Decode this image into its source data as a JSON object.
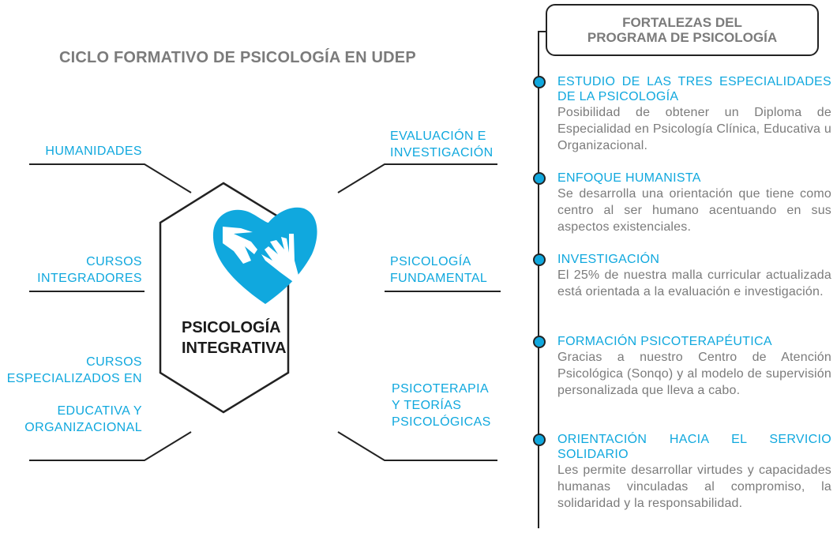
{
  "title": "CICLO FORMATIVO DE PSICOLOGÍA EN UDEP",
  "center": {
    "line1": "PSICOLOGÍA",
    "line2": "INTEGRATIVA"
  },
  "left_labels": [
    {
      "lines": [
        "HUMANIDADES"
      ]
    },
    {
      "lines": [
        "CURSOS",
        "INTEGRADORES"
      ]
    },
    {
      "lines": [
        "CURSOS",
        "ESPECIALIZADOS EN"
      ]
    },
    {
      "lines": [
        "EDUCATIVA Y",
        "ORGANIZACIONAL"
      ]
    }
  ],
  "right_labels": [
    {
      "lines": [
        "EVALUACIÓN E",
        "INVESTIGACIÓN"
      ]
    },
    {
      "lines": [
        "PSICOLOGÍA",
        "FUNDAMENTAL"
      ]
    },
    {
      "lines": [
        "PSICOTERAPIA",
        "Y TEORÍAS",
        "PSICOLÓGICAS"
      ]
    }
  ],
  "strengths": {
    "header": {
      "line1": "FORTALEZAS DEL",
      "line2": "PROGRAMA DE PSICOLOGÍA"
    },
    "items": [
      {
        "title": "ESTUDIO DE LAS TRES ESPECIALIDADES DE LA PSICOLOGÍA",
        "body": "Posibilidad de obtener un Diploma de Especialidad en Psicología Clínica, Educativa u Organizacional."
      },
      {
        "title": "ENFOQUE HUMANISTA",
        "body": "Se desarrolla una orientación que tiene como centro al ser humano acentuando en sus aspectos existenciales."
      },
      {
        "title": "INVESTIGACIÓN",
        "body": "El 25% de nuestra malla curricular actualizada está orientada a la evaluación e investigación."
      },
      {
        "title": "FORMACIÓN PSICOTERAPÉUTICA",
        "body": "Gracias a nuestro Centro de Atención Psicológica (Sonqo) y al modelo de supervisión personalizada que lleva a cabo."
      },
      {
        "title": "ORIENTACIÓN HACIA EL SERVICIO SOLIDARIO",
        "body": "Les permite desarrollar virtudes y capacidades humanas vinculadas al compromiso, la solidaridad y la responsabilidad."
      }
    ]
  },
  "colors": {
    "accent": "#10a8de",
    "gray": "#7b7b7b",
    "line": "#222222"
  }
}
